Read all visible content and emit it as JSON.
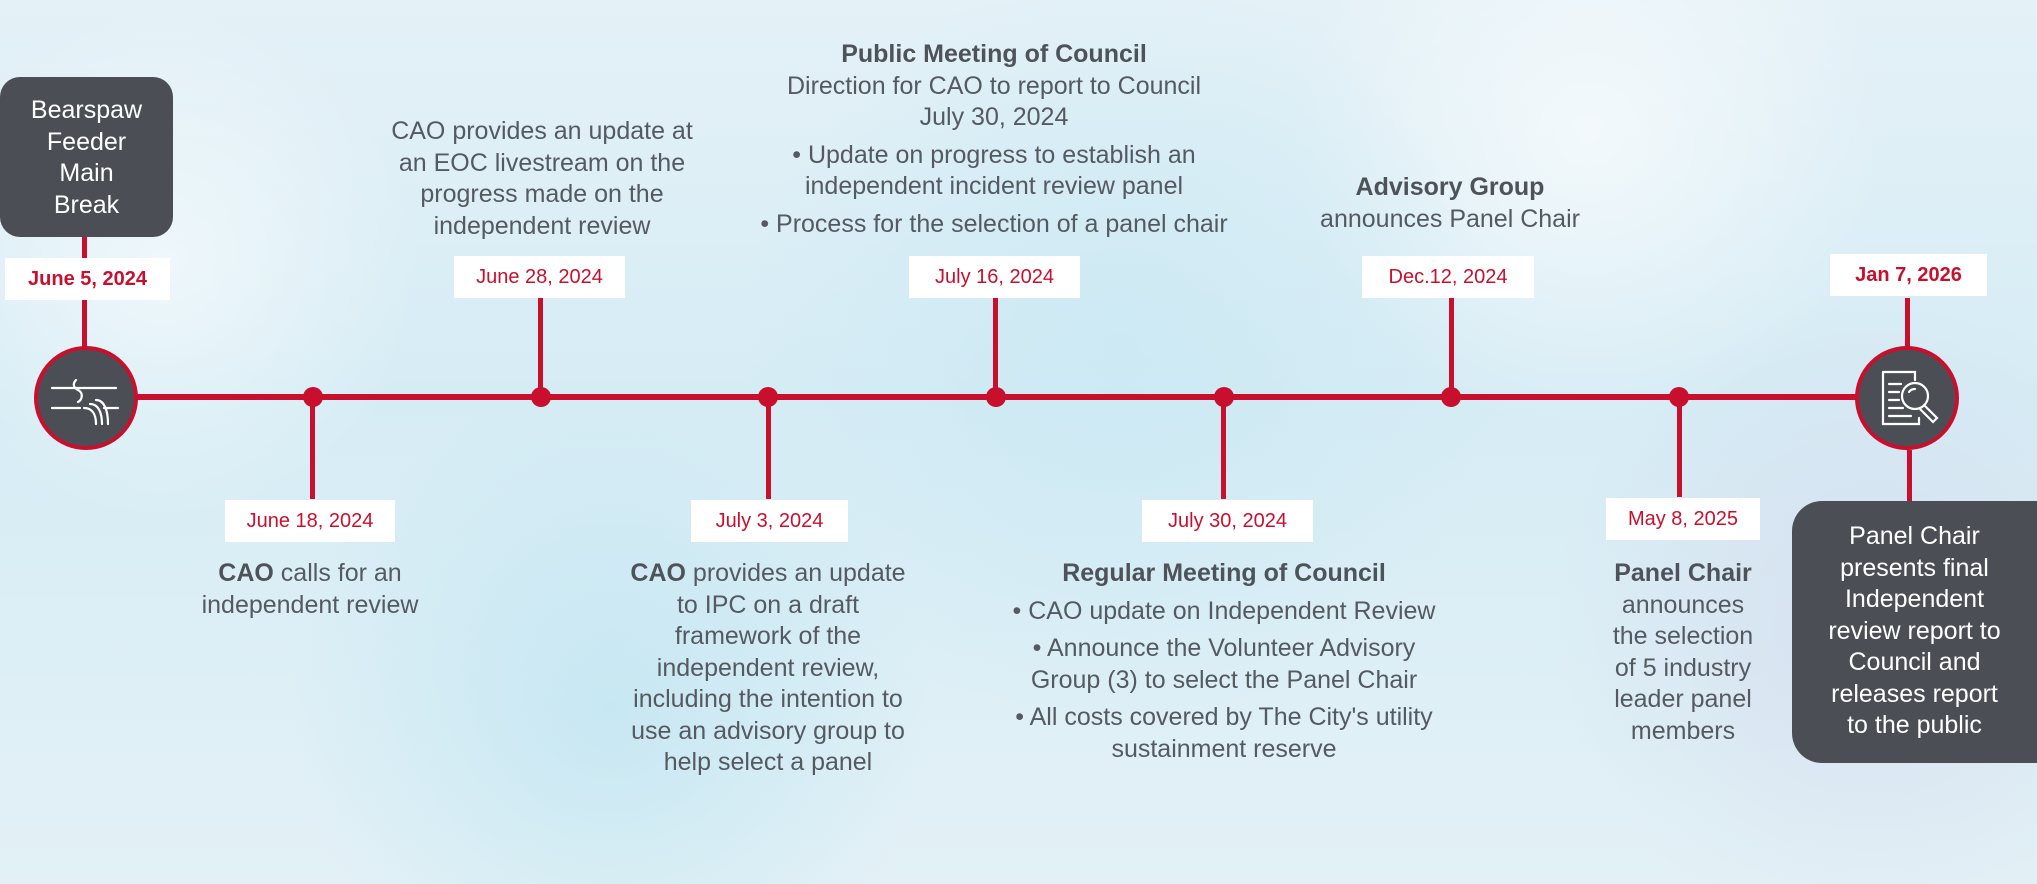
{
  "start_box": {
    "text_lines": [
      "Bearspaw",
      "Feeder",
      "Main",
      "Break"
    ]
  },
  "end_box": {
    "text_lines": [
      "Panel Chair",
      "presents final",
      "Independent",
      "review report to",
      "Council and",
      "releases report",
      "to the public"
    ]
  },
  "icons": {
    "start": "pipe-break-icon",
    "end": "document-search-icon"
  },
  "colors": {
    "accent": "#c8102e",
    "dark": "#4b4f55",
    "text": "#555a61"
  },
  "events": {
    "jun5": {
      "date": "June 5, 2024"
    },
    "jun18": {
      "date": "June 18, 2024",
      "bold": "CAO",
      "lines": [
        " calls for an",
        "independent review"
      ]
    },
    "jun28": {
      "date": "June 28, 2024",
      "lines": [
        "CAO provides an update at",
        "an EOC livestream on the",
        "progress made on the",
        "independent review"
      ]
    },
    "jul3": {
      "date": "July 3, 2024",
      "bold": "CAO",
      "lines": [
        " provides an update",
        "to IPC on a draft",
        "framework of the",
        "independent review,",
        "including the intention to",
        "use an advisory group to",
        "help select a panel"
      ]
    },
    "jul16": {
      "date": "July 16, 2024",
      "title": "Public Meeting of Council",
      "lines": [
        "Direction for CAO to report to Council",
        "July 30, 2024"
      ],
      "bullets": [
        "• Update on progress to establish an",
        "independent incident review panel",
        "• Process for the selection of a panel chair"
      ]
    },
    "jul30": {
      "date": "July 30, 2024",
      "title": "Regular Meeting of Council",
      "bullets": [
        "• CAO update on Independent Review",
        "• Announce the Volunteer Advisory",
        "Group (3) to select the Panel Chair",
        "• All costs covered by The City's utility",
        "sustainment reserve"
      ]
    },
    "dec12": {
      "date": "Dec.12, 2024",
      "title": "Advisory Group",
      "lines": [
        "announces Panel Chair"
      ]
    },
    "may8": {
      "date": "May 8, 2025",
      "title": "Panel Chair",
      "lines": [
        "announces",
        "the selection",
        "of 5 industry",
        "leader panel",
        "members"
      ]
    },
    "jan7": {
      "date": "Jan 7, 2026"
    }
  }
}
